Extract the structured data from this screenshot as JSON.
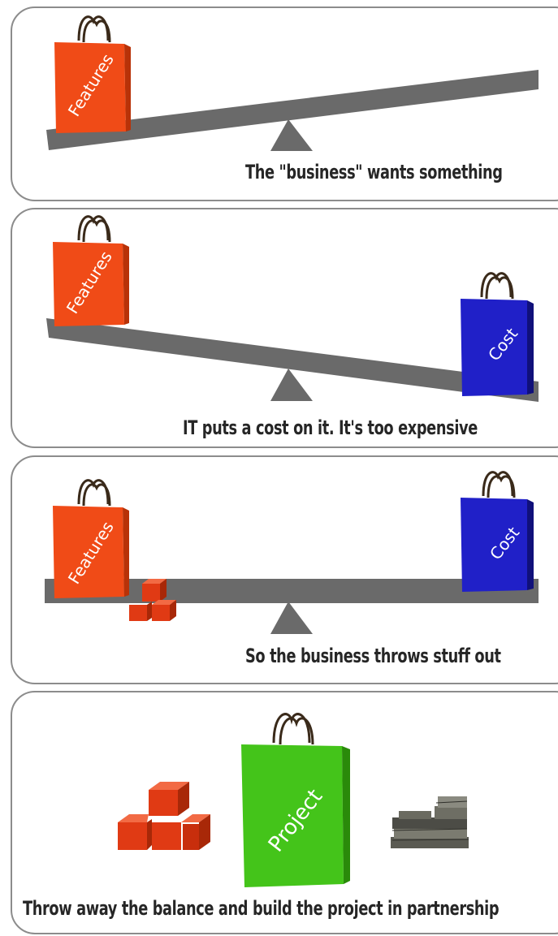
{
  "panels": [
    {
      "caption": "The \"business\" wants something",
      "bags": [
        "Features"
      ]
    },
    {
      "caption": "IT puts a cost on it.  It's too expensive",
      "bags": [
        "Features",
        "Cost"
      ]
    },
    {
      "caption": "So the business throws stuff out",
      "bags": [
        "Features",
        "Cost"
      ]
    },
    {
      "caption": "Throw away the balance and build the project in partnership",
      "bags": [
        "Project"
      ]
    }
  ],
  "colors": {
    "features_bag": "#f04b17",
    "cost_bag": "#2020c8",
    "project_bag": "#44c41a",
    "beam": "#6a6a6a",
    "blocks": "#e03a14"
  }
}
